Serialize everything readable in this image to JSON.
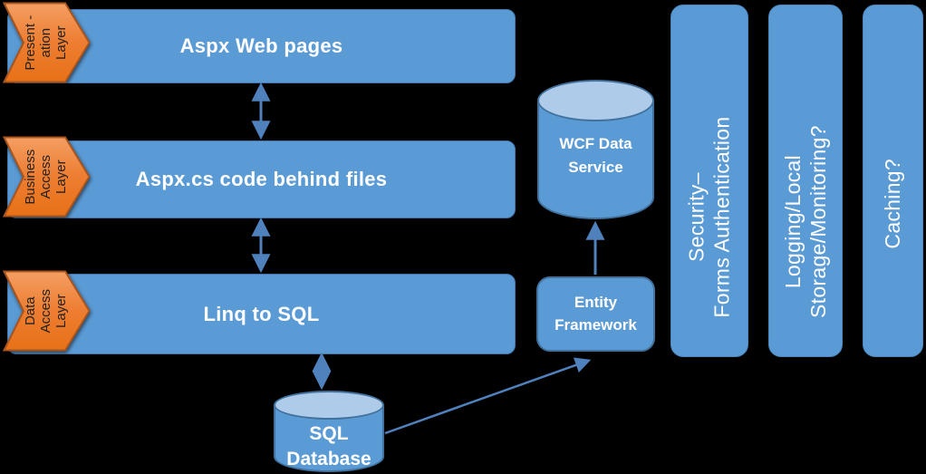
{
  "layers": [
    {
      "tag_lines": [
        "Present -",
        "ation",
        "Layer"
      ],
      "bar_label": "Aspx Web pages"
    },
    {
      "tag_lines": [
        "Business",
        "Access",
        "Layer"
      ],
      "bar_label": "Aspx.cs code behind files"
    },
    {
      "tag_lines": [
        "Data",
        "Access",
        "Layer"
      ],
      "bar_label": "Linq to SQL"
    }
  ],
  "nodes": {
    "wcf_data_service": {
      "lines": [
        "WCF Data",
        "Service"
      ]
    },
    "entity_framework": {
      "lines": [
        "Entity",
        "Framework"
      ]
    },
    "sql_database": {
      "lines": [
        "SQL",
        "Database"
      ]
    }
  },
  "cross_cutting": [
    {
      "lines": [
        "Security–",
        "Forms Authentication"
      ]
    },
    {
      "lines": [
        "Logging/Local",
        "Storage/Monitoring?"
      ]
    },
    {
      "lines": [
        "Caching?"
      ]
    }
  ],
  "connectors": [
    {
      "from": "Aspx Web pages",
      "to": "Aspx.cs code behind files",
      "type": "bidirectional"
    },
    {
      "from": "Aspx.cs code behind files",
      "to": "Linq to SQL",
      "type": "bidirectional"
    },
    {
      "from": "Linq to SQL",
      "to": "SQL Database",
      "type": "bidirectional"
    },
    {
      "from": "Entity Framework",
      "to": "WCF Data Service",
      "type": "one-way"
    },
    {
      "from": "SQL Database",
      "to": "Entity Framework",
      "type": "one-way"
    }
  ],
  "colors": {
    "background": "#000000",
    "bar_fill": "#5B9BD5",
    "bar_border": "#41719C",
    "cylinder_top_fill": "#AECBEA",
    "chevron_fill": "#ED7D31",
    "chevron_border": "#A8541D",
    "chevron_text": "#222222",
    "label_text": "#FFFFFF",
    "connector": "#4F81BD"
  }
}
